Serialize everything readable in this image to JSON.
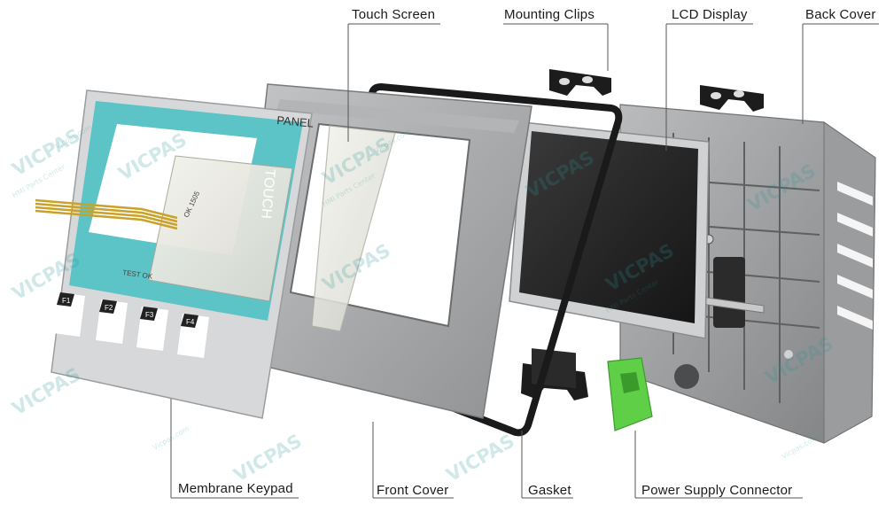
{
  "labels": {
    "touch_screen": "Touch Screen",
    "mounting_clips": "Mounting Clips",
    "lcd_display": "LCD Display",
    "back_cover": "Back Cover",
    "membrane_keypad": "Membrane Keypad",
    "front_cover": "Front Cover",
    "gasket": "Gasket",
    "power_supply_connector": "Power Supply Connector"
  },
  "keypad": {
    "keys": [
      "F1",
      "F2",
      "F3",
      "F4"
    ]
  },
  "panel_text": {
    "panel": "PANEL",
    "touch": "TOUCH",
    "tag1": "OK 1505",
    "tag2": "TEST OK"
  },
  "watermark": {
    "brand": "VICPAS",
    "tagline": "HMI Parts Center",
    "site": "Vicpas.com"
  },
  "colors": {
    "keypad_teal": "#5cc3c6",
    "connector_green": "#5fcf47",
    "bezel_gray": "#a7a9ab",
    "lcd_dark": "#1f1f1f"
  }
}
